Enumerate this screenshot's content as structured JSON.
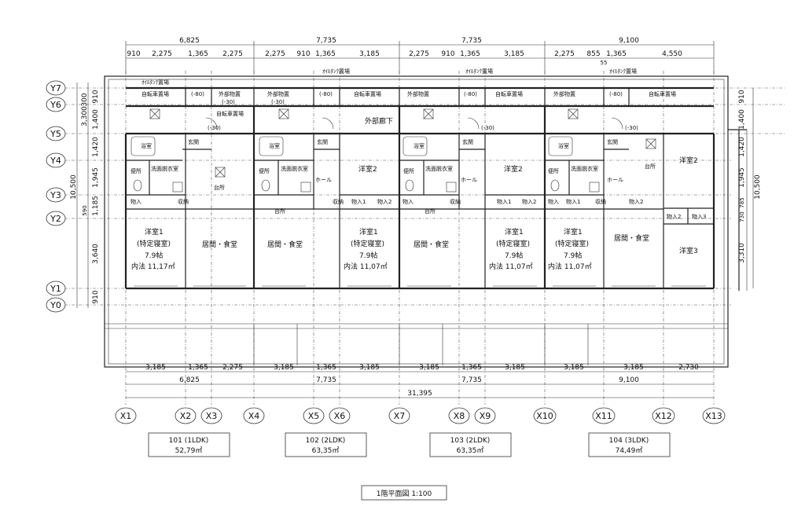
{
  "drawing_title": "1階平面図 1:100",
  "top_dims_level1": [
    "6,825",
    "7,735",
    "7,735",
    "9,100"
  ],
  "top_dims_level2": [
    "910",
    "2,275",
    "1,365",
    "2,275",
    "2,275",
    "910",
    "1,365",
    "3,185",
    "2,275",
    "910",
    "1,365",
    "3,185",
    "2,275",
    "855",
    "1,365",
    "4,550"
  ],
  "top_dim_small": "55",
  "bottom_dims_level1": [
    "3,185",
    "1,365",
    "2,275",
    "3,185",
    "1,365",
    "3,185",
    "3,185",
    "1,365",
    "3,185",
    "3,185",
    "3,185",
    "2,730"
  ],
  "bottom_dims_level2": [
    "6,825",
    "7,735",
    "7,735",
    "9,100"
  ],
  "bottom_total": "31,395",
  "x_axes": [
    "X1",
    "X2",
    "X3",
    "X4",
    "X5",
    "X6",
    "X7",
    "X8",
    "X9",
    "X10",
    "X11",
    "X12",
    "X13"
  ],
  "y_axes": [
    "Y7",
    "Y6",
    "Y5",
    "Y4",
    "Y3",
    "Y2",
    "Y1",
    "Y0"
  ],
  "left_dims": [
    "300",
    "910",
    "3,300",
    "1,400",
    "1,420",
    "10,500",
    "1,945",
    "1,185",
    "3,640",
    "910"
  ],
  "left_small": "590",
  "right_dims": [
    "910",
    "1,400",
    "1,420",
    "1,945",
    "10,500",
    "785",
    "730",
    "3,310"
  ],
  "units": [
    {
      "name": "101 (1LDK)",
      "area": "52,79㎡"
    },
    {
      "name": "102 (2LDK)",
      "area": "63,35㎡"
    },
    {
      "name": "103 (2LDK)",
      "area": "63,35㎡"
    },
    {
      "name": "104 (3LDK)",
      "area": "74,49㎡"
    }
  ],
  "labels": {
    "oil_tank": "ｵｲﾙﾀﾝｸ置場",
    "bike_parking": "自転車置場",
    "outdoor_storage": "外部物置",
    "minus80": "(-80)",
    "minus30": "(-30)",
    "outer_corridor": "外部廊下",
    "entrance": "玄関",
    "bath": "浴室",
    "toilet": "便所",
    "washroom": "洗面脱衣室",
    "kitchen": "台所",
    "hall": "ホール",
    "storage": "物入",
    "storage1": "物入1",
    "storage2": "物入2",
    "storage3": "物入3",
    "shelf": "収納",
    "living": "居間・食堂",
    "western1": "洋室1",
    "western2": "洋室2",
    "western3": "洋室3",
    "special_bedroom": "(特定寝室)",
    "tatami": "7.9帖",
    "inner_101": "内法 11,17㎡",
    "inner_other": "内法 11,07㎡"
  }
}
